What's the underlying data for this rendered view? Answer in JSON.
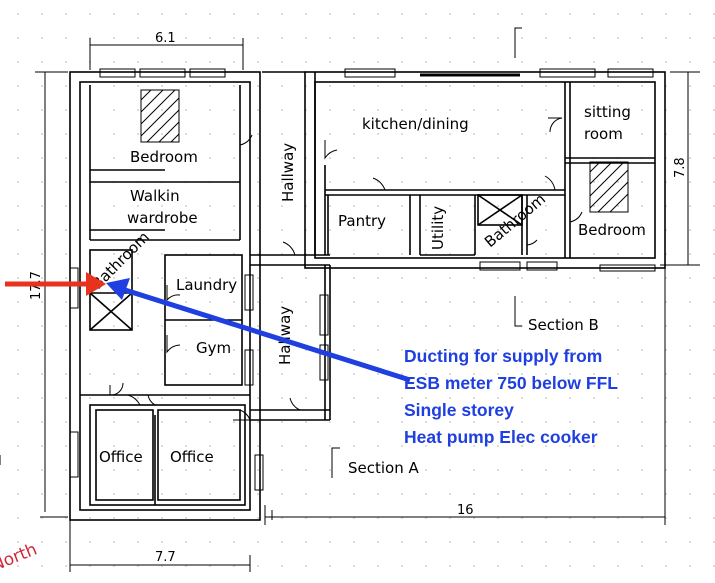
{
  "rooms": {
    "bedroom_left": "Bedroom",
    "walkin_1": "Walkin",
    "walkin_2": "wardrobe",
    "hallway_top": "Hallway",
    "kitchen": "kitchen/dining",
    "sitting_1": "sitting",
    "sitting_2": "room",
    "pantry": "Pantry",
    "utility": "Utility",
    "bathroom_right": "Bathroom",
    "bedroom_right": "Bedroom",
    "bathroom_left": "Bathroom",
    "laundry": "Laundry",
    "gym": "Gym",
    "hallway_bottom": "Hallway",
    "office_1": "Office",
    "office_2": "Office"
  },
  "dimensions": {
    "top_width": "6.1",
    "left_height": "17.7",
    "right_height": "7.8",
    "bottom_length": "16",
    "bottom_width": "7.7"
  },
  "sections": {
    "a": "Section A",
    "b": "Section B"
  },
  "north_label": "North",
  "note": {
    "lines": [
      "Ducting for supply from",
      "ESB meter 750 below FFL",
      "Single storey",
      "Heat pump Elec cooker"
    ],
    "color": "#1f3fe0"
  },
  "arrows": {
    "red": "#e8321e",
    "blue": "#1f3fe0"
  }
}
